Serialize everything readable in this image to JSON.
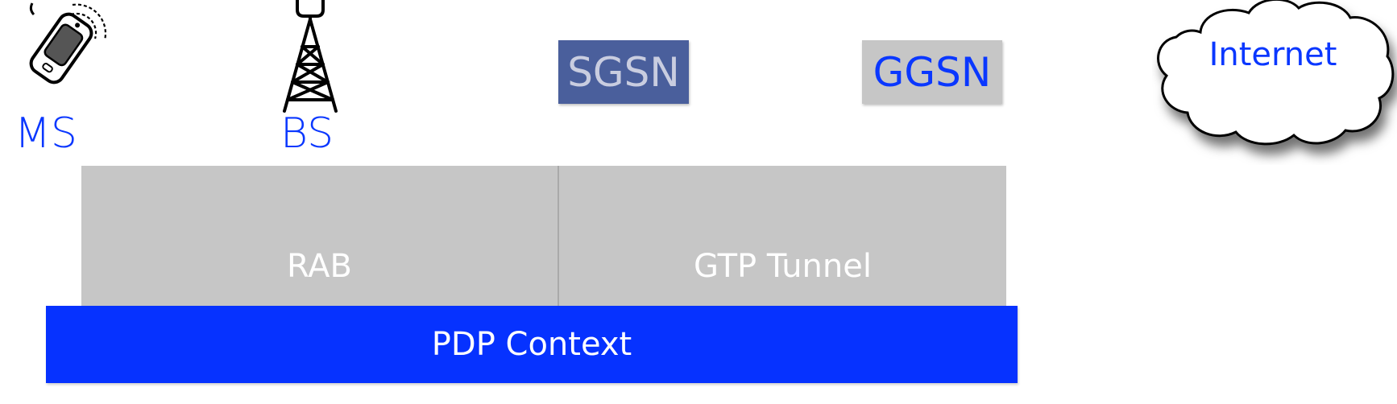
{
  "nodes": {
    "ms": {
      "label": "MS"
    },
    "bs": {
      "label": "BS"
    },
    "sgsn": {
      "label": "SGSN"
    },
    "ggsn": {
      "label": "GGSN"
    },
    "internet": {
      "label": "Internet"
    }
  },
  "layers": {
    "rab": "RAB",
    "gtp_tunnel": "GTP Tunnel",
    "pdp_context": "PDP Context"
  },
  "colors": {
    "label_blue": "#0a37ff",
    "pdp_blue": "#0632ff",
    "sgsn_fill": "#4a5f9c",
    "grey_fill": "#c6c6c6"
  }
}
